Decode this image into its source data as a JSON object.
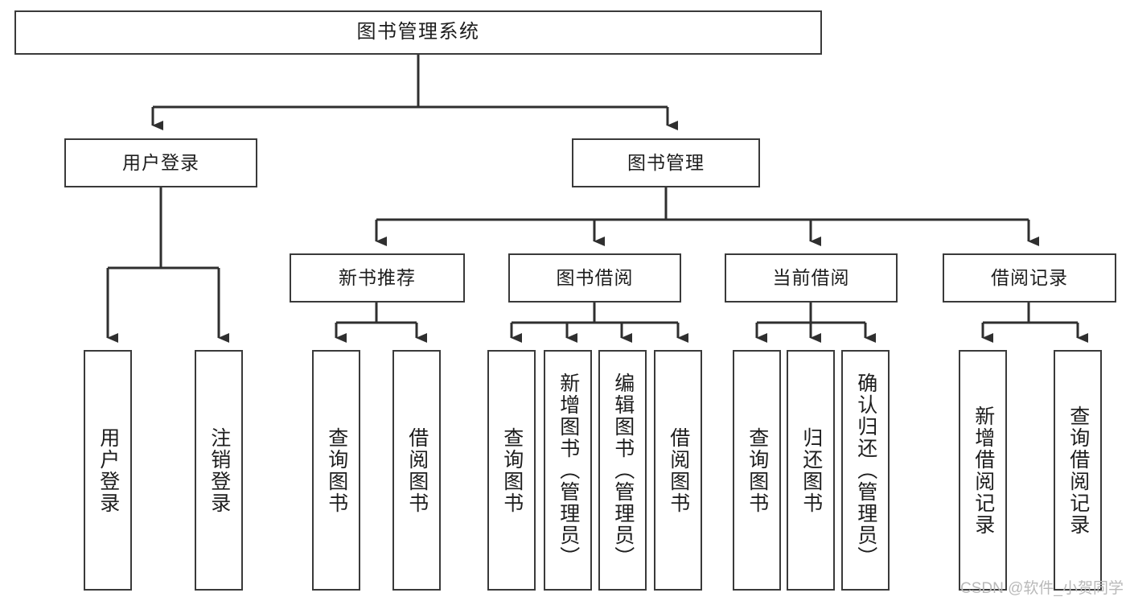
{
  "diagram": {
    "type": "tree",
    "title": "图书管理系统",
    "root": {
      "id": "root",
      "label": "图书管理系统"
    },
    "level2": [
      {
        "id": "user-login",
        "label": "用户登录"
      },
      {
        "id": "book-management",
        "label": "图书管理"
      }
    ],
    "level3": [
      {
        "id": "new-book-recommend",
        "label": "新书推荐",
        "parent": "book-management"
      },
      {
        "id": "book-borrow",
        "label": "图书借阅",
        "parent": "book-management"
      },
      {
        "id": "current-borrow",
        "label": "当前借阅",
        "parent": "book-management"
      },
      {
        "id": "borrow-record",
        "label": "借阅记录",
        "parent": "book-management"
      }
    ],
    "leaves": [
      {
        "id": "leaf-user-login",
        "label": "用户登录",
        "parent": "user-login"
      },
      {
        "id": "leaf-user-logout",
        "label": "注销登录",
        "parent": "user-login"
      },
      {
        "id": "leaf-query-book-1",
        "label": "查询图书",
        "parent": "new-book-recommend"
      },
      {
        "id": "leaf-borrow-book-1",
        "label": "借阅图书",
        "parent": "new-book-recommend"
      },
      {
        "id": "leaf-query-book-2",
        "label": "查询图书",
        "parent": "book-borrow"
      },
      {
        "id": "leaf-add-book",
        "label": "新增图书（管理员）",
        "parent": "book-borrow"
      },
      {
        "id": "leaf-edit-book",
        "label": "编辑图书（管理员）",
        "parent": "book-borrow"
      },
      {
        "id": "leaf-borrow-book-2",
        "label": "借阅图书",
        "parent": "book-borrow"
      },
      {
        "id": "leaf-query-book-3",
        "label": "查询图书",
        "parent": "current-borrow"
      },
      {
        "id": "leaf-return-book",
        "label": "归还图书",
        "parent": "current-borrow"
      },
      {
        "id": "leaf-confirm-return",
        "label": "确认归还（管理员）",
        "parent": "current-borrow"
      },
      {
        "id": "leaf-add-record",
        "label": "新增借阅记录",
        "parent": "borrow-record"
      },
      {
        "id": "leaf-query-record",
        "label": "查询借阅记录",
        "parent": "borrow-record"
      }
    ],
    "colors": {
      "box_border": "#3a3a3a",
      "box_fill": "#ffffff",
      "connector": "#2f2f2f",
      "text": "#1d1d1d",
      "watermark": "#b9b9b9",
      "background": "#ffffff"
    }
  },
  "watermark": {
    "text": "CSDN @软件_小贺同学"
  }
}
